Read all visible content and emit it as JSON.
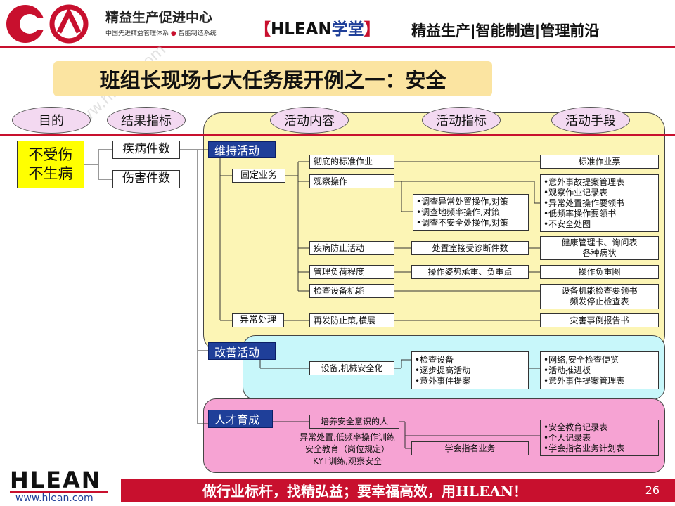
{
  "header": {
    "center_title": "精益生产促进中心",
    "center_sub1": "中国先进精益管理体系",
    "center_sub2": "智能制造系统",
    "brand_open": "【",
    "brand_hlean": "HLEAN",
    "brand_school": "学堂",
    "brand_close": "】",
    "tagline": "精益生产|智能制造|管理前沿"
  },
  "title": "班组长现场七大任务展开例之一：安全",
  "columns": [
    "目的",
    "结果指标",
    "活动内容",
    "活动指标",
    "活动手段"
  ],
  "purpose": {
    "line1": "不受伤",
    "line2": "不生病"
  },
  "result_indicators": [
    "疾病件数",
    "伤害件数"
  ],
  "categories": {
    "maintain": "维持活动",
    "improve": "改善活动",
    "talent": "人才育成"
  },
  "maintain": {
    "fixed": "固定业务",
    "abnormal": "异常处理",
    "items": [
      "彻底的标准作业",
      "观察操作",
      "疾病防止活动",
      "管理负荷程度",
      "检查设备机能",
      "再发防止策,横展"
    ],
    "observe_indicators": [
      "•调查异常处置操作,对策",
      "•调查地频率操作,对策",
      "•调查不安全处操作,对策"
    ],
    "disease_indicator": "处置室接受诊断件数",
    "load_indicator": "操作姿势承重、负重点",
    "means_standard": "标准作业票",
    "means_observe": [
      "•意外事故提案管理表",
      "•观察作业记录表",
      "•异常处置操作要领书",
      "•低频率操作要领书",
      "•不安全处图"
    ],
    "means_disease": [
      "健康管理卡、询问表",
      "各种病状"
    ],
    "means_load": "操作负重图",
    "means_equip": [
      "设备机能检查要领书",
      "频发停止检查表"
    ],
    "means_abnormal": "灾害事例报告书"
  },
  "improve": {
    "item": "设备,机械安全化",
    "indicators": [
      "•检查设备",
      "•逐步提高活动",
      "•意外事件提案"
    ],
    "means": [
      "•网络,安全检查便览",
      "•活动推进板",
      "•意外事件提案管理表"
    ]
  },
  "talent": {
    "item": "培养安全意识的人",
    "notes": [
      "异常处置,低频率操作训练",
      "安全教育（岗位规定）",
      "KYT训练,观察安全"
    ],
    "indicator": "学会指名业务",
    "means": [
      "•安全教育记录表",
      "•个人记录表",
      "•学会指名业务计划表"
    ]
  },
  "footer": {
    "logo": "HLEAN",
    "url": "www.hlean.com",
    "slogan": "做行业标杆，找精弘益；要幸福高效，用HLEAN！",
    "page": "26"
  },
  "watermark": "www.hlean.com",
  "colors": {
    "header_red": "#c8102e",
    "title_bg": "#fbe4a1",
    "maintain_bg": "#fcf5b5",
    "improve_bg": "#c8f7fa",
    "talent_bg": "#f6a3d3",
    "category_blue": "#1f3f99",
    "oval_bg": "#f3d9f1",
    "purpose_yellow": "#ffff00"
  }
}
